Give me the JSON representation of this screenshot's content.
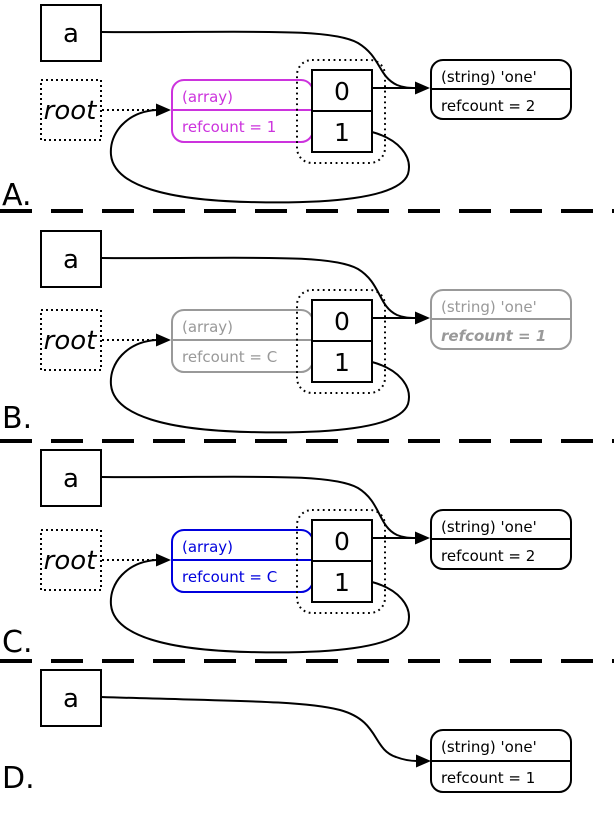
{
  "title": "refcount-diagram",
  "colors": {
    "magenta": "#cc33dd",
    "gray": "#999999",
    "blue": "#0000dd",
    "black": "#000000"
  },
  "panels": [
    {
      "label": "A.",
      "variable": {
        "label": "a"
      },
      "root": {
        "label": "root"
      },
      "array": {
        "color": "#cc33dd",
        "type_label": "(array)",
        "refcount_label": "refcount = 1"
      },
      "cells": {
        "cell0": "0",
        "cell1": "1"
      },
      "string": {
        "color": "#000000",
        "type_label": "(string) 'one'",
        "refcount_label": "refcount = 2"
      }
    },
    {
      "label": "B.",
      "variable": {
        "label": "a"
      },
      "root": {
        "label": "root"
      },
      "array": {
        "color": "#999999",
        "type_label": "(array)",
        "refcount_label": "refcount = C"
      },
      "cells": {
        "cell0": "0",
        "cell1": "1"
      },
      "string": {
        "color": "#999999",
        "type_label": "(string) 'one'",
        "refcount_label": "refcount = 1"
      }
    },
    {
      "label": "C.",
      "variable": {
        "label": "a"
      },
      "root": {
        "label": "root"
      },
      "array": {
        "color": "#0000dd",
        "type_label": "(array)",
        "refcount_label": "refcount = C"
      },
      "cells": {
        "cell0": "0",
        "cell1": "1"
      },
      "string": {
        "color": "#000000",
        "type_label": "(string) 'one'",
        "refcount_label": "refcount = 2"
      }
    },
    {
      "label": "D.",
      "variable": {
        "label": "a"
      },
      "string": {
        "color": "#000000",
        "type_label": "(string) 'one'",
        "refcount_label": "refcount = 1"
      }
    }
  ]
}
